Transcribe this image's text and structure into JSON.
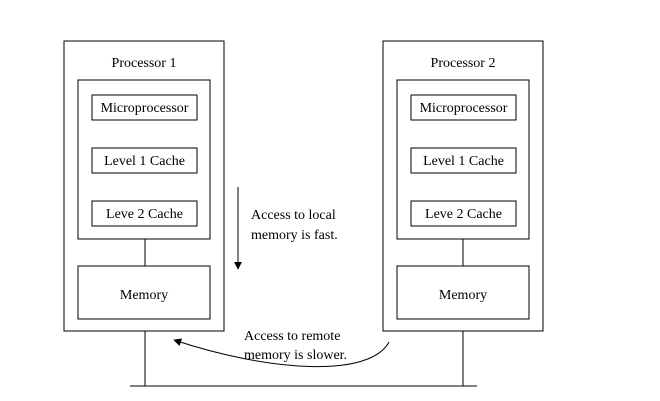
{
  "processors": [
    {
      "title": "Processor 1",
      "components": [
        "Microprocessor",
        "Level 1 Cache",
        "Leve 2 Cache"
      ],
      "memory_label": "Memory"
    },
    {
      "title": "Processor 2",
      "components": [
        "Microprocessor",
        "Level 1 Cache",
        "Leve 2 Cache"
      ],
      "memory_label": "Memory"
    }
  ],
  "annotations": {
    "local_line1": "Access to local",
    "local_line2": "memory is fast.",
    "remote_line1": "Access to remote",
    "remote_line2": "memory is slower."
  }
}
